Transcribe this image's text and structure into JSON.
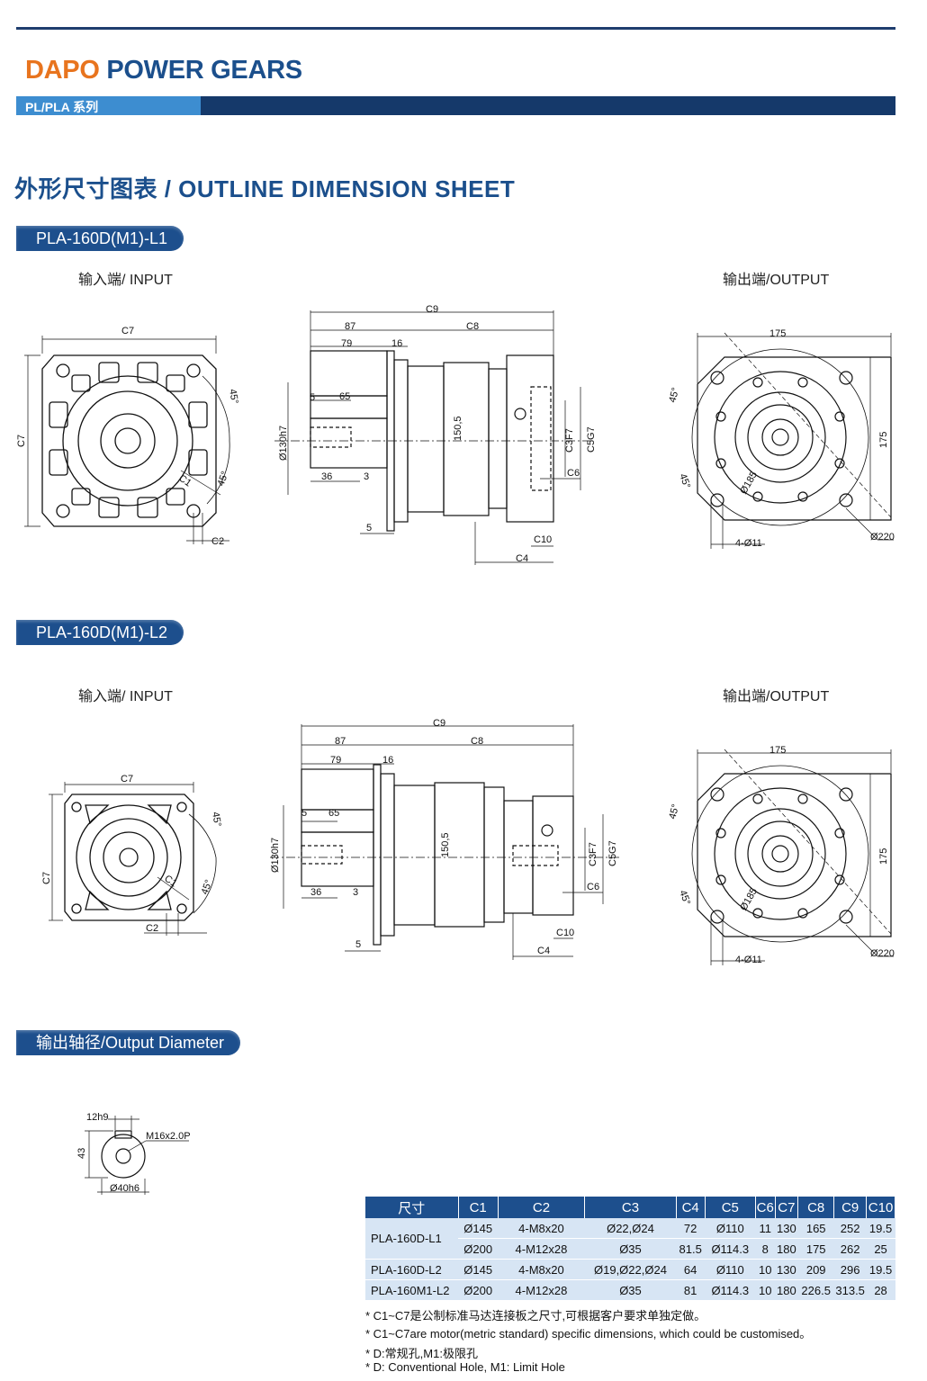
{
  "brand": {
    "part1": "DAPO",
    "part2": "POWER GEARS",
    "series": "PL/PLA 系列"
  },
  "sheet_title": "外形尺寸图表 / OUTLINE DIMENSION SHEET",
  "section1": {
    "title": "PLA-160D(M1)-L1",
    "input_label": "输入端/ INPUT",
    "output_label": "输出端/OUTPUT",
    "dims": {
      "C7": "C7",
      "C2": "C2",
      "C1": "C1",
      "C9": "C9",
      "C8": "C8",
      "d87": "87",
      "d79": "79",
      "d16": "16",
      "d5a": "5",
      "d65": "65",
      "dia130": "Ø130h7",
      "d1505": "150,5",
      "d36": "36",
      "d3": "3",
      "d5b": "5",
      "C3": "C3F7",
      "C5": "C5G7",
      "C6": "C6",
      "C10": "C10",
      "C4": "C4",
      "d175a": "175",
      "d175b": "175",
      "dia185": "Ø185",
      "dia220": "Ø220",
      "holes": "4-Ø11",
      "ang1": "45°",
      "ang2": "45°",
      "ang3": "45°",
      "ang4": "45°"
    }
  },
  "section2": {
    "title": "PLA-160D(M1)-L2",
    "input_label": "输入端/ INPUT",
    "output_label": "输出端/OUTPUT",
    "dims": {
      "C7": "C7",
      "C2": "C2",
      "C1": "C1",
      "C9": "C9",
      "C8": "C8",
      "d87": "87",
      "d79": "79",
      "d16": "16",
      "d5a": "5",
      "d65": "65",
      "dia130": "Ø130h7",
      "d1505": "150,5",
      "d36": "36",
      "d3": "3",
      "d5b": "5",
      "C3": "C3F7",
      "C5": "C5G7",
      "C6": "C6",
      "C10": "C10",
      "C4": "C4",
      "d175a": "175",
      "d175b": "175",
      "dia185": "Ø185",
      "dia220": "Ø220",
      "holes": "4-Ø11",
      "ang1": "45°",
      "ang2": "45°",
      "ang3": "45°",
      "ang4": "45°"
    }
  },
  "section3": {
    "title": "输出轴径/Output Diameter",
    "dims": {
      "key": "12h9",
      "thread": "M16x2.0P",
      "height": "43",
      "dia": "Ø40h6"
    }
  },
  "table": {
    "headers": [
      "尺寸",
      "C1",
      "C2",
      "C3",
      "C4",
      "C5",
      "C6",
      "C7",
      "C8",
      "C9",
      "C10"
    ],
    "rows": [
      {
        "model": "PLA-160D-L1",
        "c1": "Ø145",
        "c2": "4-M8x20",
        "c3": "Ø22,Ø24",
        "c4": "72",
        "c5": "Ø110",
        "c6": "11",
        "c7": "130",
        "c8": "165",
        "c9": "252",
        "c10": "19.5"
      },
      {
        "model": "",
        "c1": "Ø200",
        "c2": "4-M12x28",
        "c3": "Ø35",
        "c4": "81.5",
        "c5": "Ø114.3",
        "c6": "8",
        "c7": "180",
        "c8": "175",
        "c9": "262",
        "c10": "25"
      },
      {
        "model": "PLA-160D-L2",
        "c1": "Ø145",
        "c2": "4-M8x20",
        "c3": "Ø19,Ø22,Ø24",
        "c4": "64",
        "c5": "Ø110",
        "c6": "10",
        "c7": "130",
        "c8": "209",
        "c9": "296",
        "c10": "19.5"
      },
      {
        "model": "PLA-160M1-L2",
        "c1": "Ø200",
        "c2": "4-M12x28",
        "c3": "Ø35",
        "c4": "81",
        "c5": "Ø114.3",
        "c6": "10",
        "c7": "180",
        "c8": "226.5",
        "c9": "313.5",
        "c10": "28"
      }
    ]
  },
  "notes": [
    "* C1~C7是公制标准马达连接板之尺寸,可根据客户要求单独定做。",
    "* C1~C7are motor(metric standard)  specific dimensions, which could be customised。",
    "* D:常规孔,M1:极限孔",
    "* D: Conventional Hole, M1: Limit Hole"
  ]
}
